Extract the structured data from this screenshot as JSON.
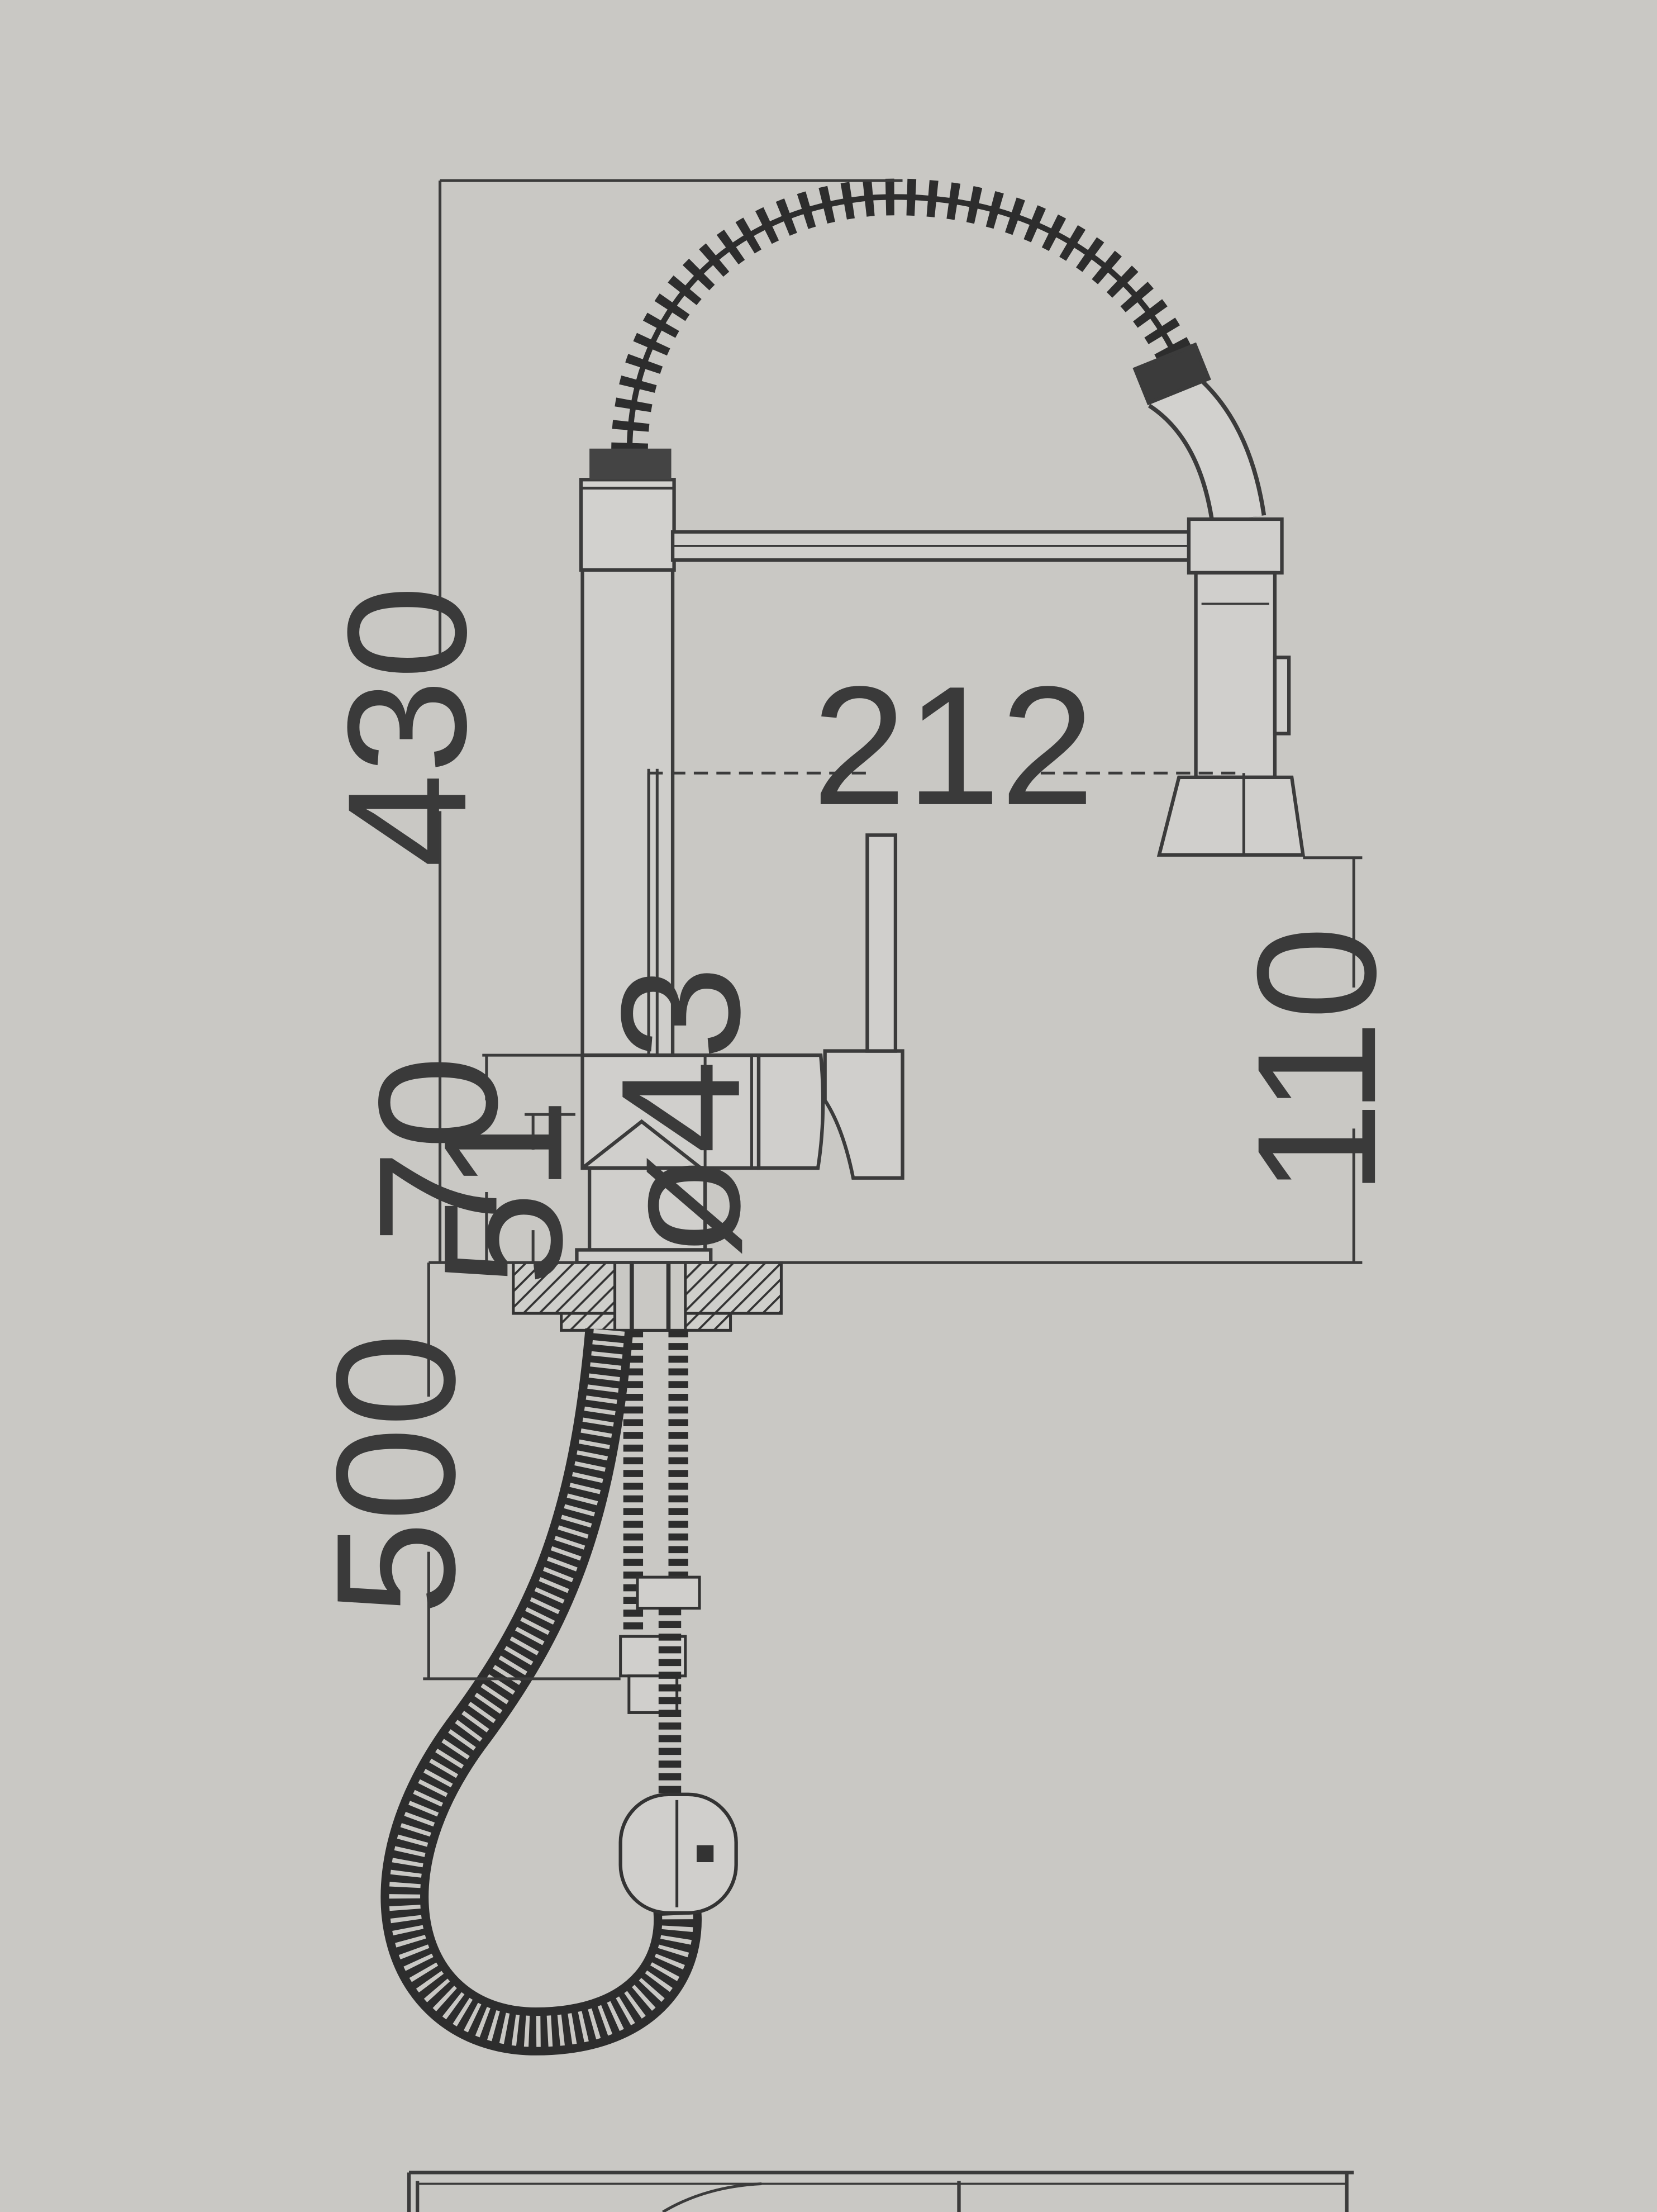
{
  "diagram": {
    "dimensions": {
      "total_height": "430",
      "spout_reach": "212",
      "spout_clearance": "110",
      "body_height": "70",
      "lever_height": "51",
      "body_diameter": "ø43",
      "hose_length": "500"
    }
  },
  "colors": {
    "paper": "#c9c8c4",
    "ink": "#3b3b3b",
    "hose": "#2d2d2d"
  }
}
